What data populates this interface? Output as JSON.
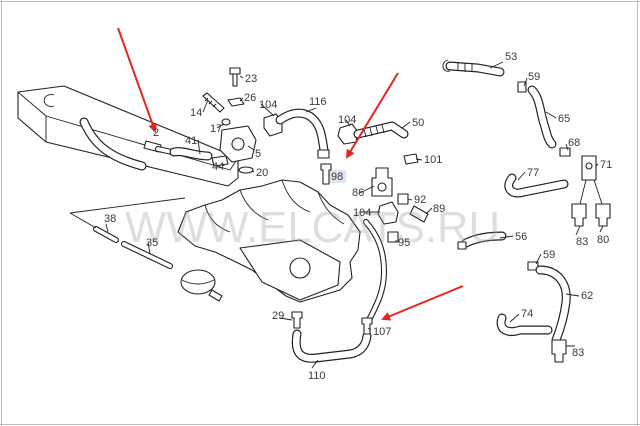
{
  "diagram": {
    "watermark": "WWW.ELCATS.RU",
    "part_labels": [
      "53",
      "59",
      "23",
      "26",
      "104",
      "116",
      "14",
      "17",
      "104",
      "50",
      "65",
      "68",
      "71",
      "41",
      "2",
      "5",
      "44",
      "20",
      "101",
      "98",
      "77",
      "86",
      "92",
      "89",
      "104",
      "95",
      "56",
      "59",
      "83",
      "80",
      "38",
      "35",
      "62",
      "74",
      "83",
      "29",
      "107",
      "110"
    ]
  },
  "colors": {
    "arrow": "#e52421",
    "line": "#222222",
    "highlight": "#dde5ee"
  }
}
